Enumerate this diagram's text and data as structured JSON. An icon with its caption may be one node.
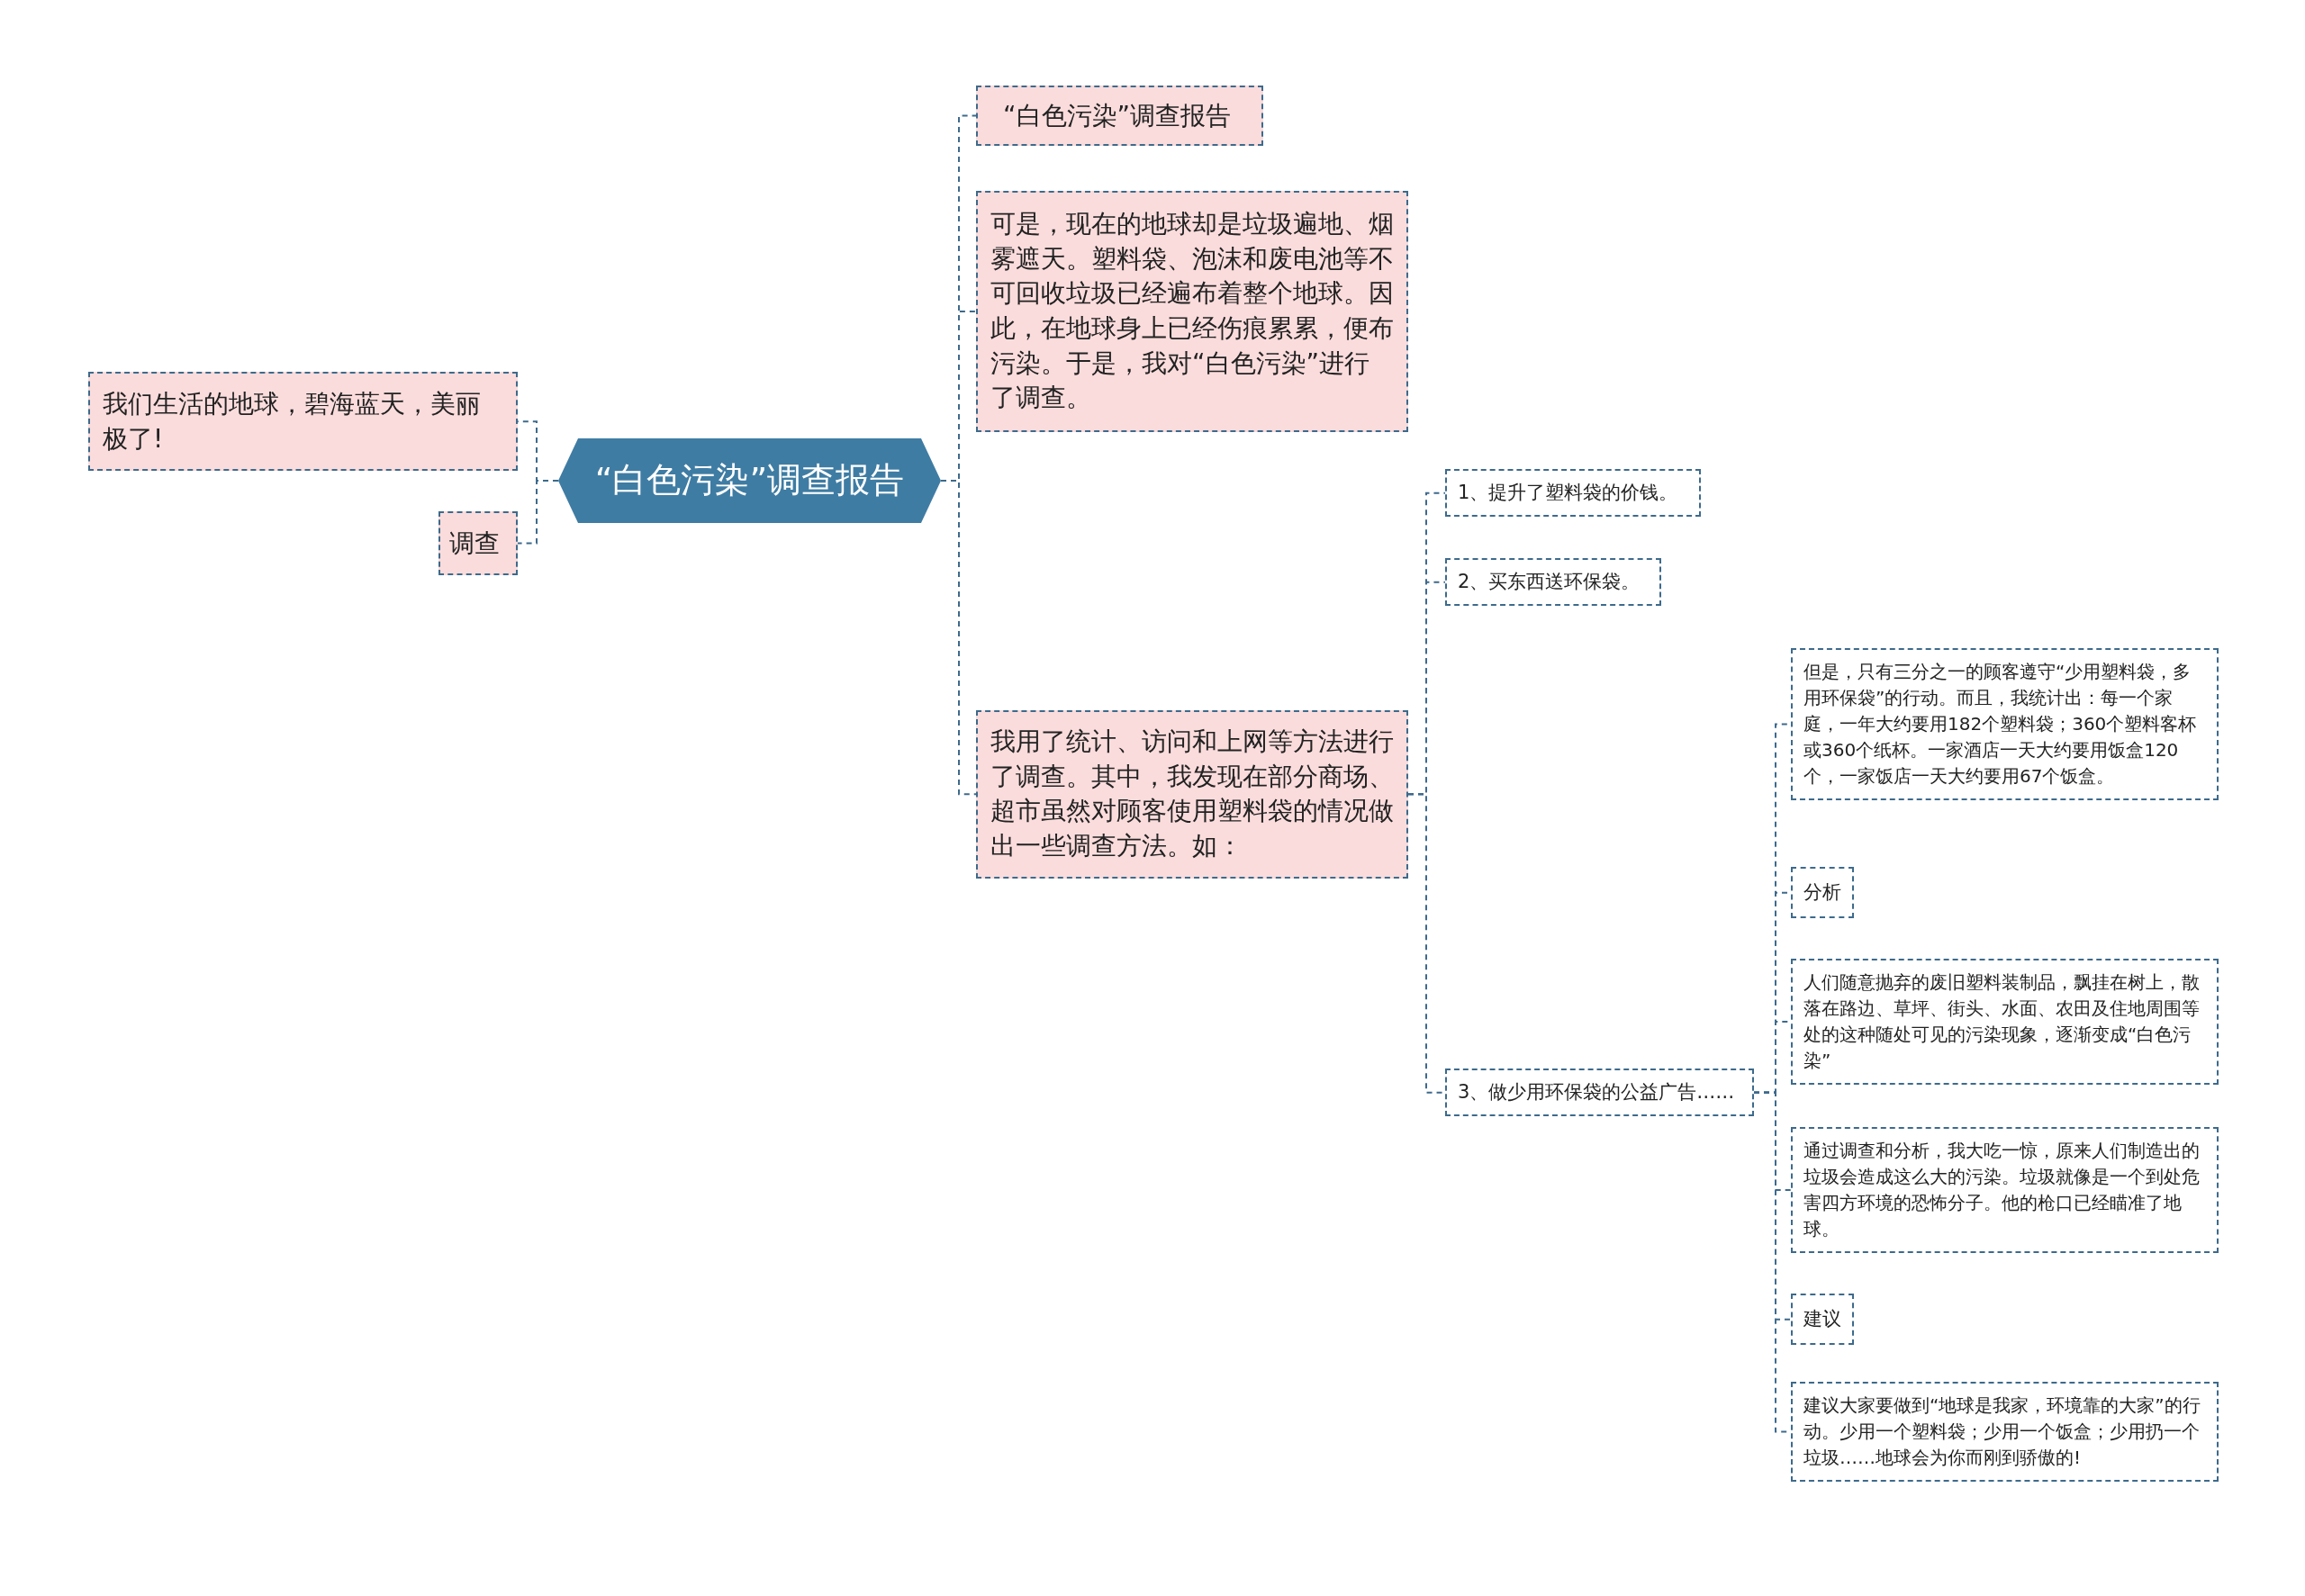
{
  "diagram": {
    "nodes": [
      {
        "text": [
          "“白色污染”调查报告"
        ]
      },
      {
        "text": [
          "我们生活的地球，碧海蓝天，美丽极了!"
        ]
      },
      {
        "text": [
          "调查"
        ]
      },
      {
        "text": [
          "“白色污染”调查报告"
        ]
      },
      {
        "text": [
          "可是，现在的地球却是垃圾遍地、烟雾遮天。塑料袋、泡沫和废电池等不可回收垃圾已经遍布着整个地球。因此，在地球身上已经伤痕累累，便布污染。于是，我对“白色污染”进行了调查。"
        ]
      },
      {
        "text": [
          "我用了统计、访问和上网等方法进行了调查。其中，我发现在部分商场、超市虽然对顾客使用塑料袋的情况做出一些调查方法。如："
        ]
      },
      {
        "text": [
          "1、提升了塑料袋的价钱。"
        ]
      },
      {
        "text": [
          "2、买东西送环保袋。"
        ]
      },
      {
        "text": [
          "3、做少用环保袋的公益广告……"
        ]
      },
      {
        "text": [
          "但是，只有三分之一的顾客遵守“少用塑料袋，多用环保袋”的行动。而且，我统计出：每一个家庭，一年大约要用182个塑料袋；360个塑料客杯或360个纸杯。一家酒店一天大约要用饭盒120个，一家饭店一天大约要用67个饭盒。"
        ]
      },
      {
        "text": [
          "分析"
        ]
      },
      {
        "text": [
          "人们随意抛弃的废旧塑料装制品，飘挂在树上，散落在路边、草坪、街头、水面、农田及住地周围等处的这种随处可见的污染现象，逐渐变成“白色污染”"
        ]
      },
      {
        "text": [
          "通过调查和分析，我大吃一惊，原来人们制造出的垃圾会造成这么大的污染。垃圾就像是一个到处危害四方环境的恐怖分子。他的枪口已经瞄准了地球。"
        ]
      },
      {
        "text": [
          "建议"
        ]
      },
      {
        "text": [
          "建议大家要做到“地球是我家，环境靠的大家”的行动。少用一个塑料袋；少用一个饭盒；少用扔一个垃圾……地球会为你而刚到骄傲的!"
        ]
      }
    ],
    "edges": [
      {
        "from": 0,
        "to": 1,
        "arrow": "none"
      },
      {
        "from": 0,
        "to": 2,
        "arrow": "none"
      },
      {
        "from": 0,
        "to": 3,
        "arrow": "none"
      },
      {
        "from": 0,
        "to": 4,
        "arrow": "none"
      },
      {
        "from": 0,
        "to": 5,
        "arrow": "none"
      },
      {
        "from": 5,
        "to": 6,
        "arrow": "none"
      },
      {
        "from": 5,
        "to": 7,
        "arrow": "none"
      },
      {
        "from": 5,
        "to": 8,
        "arrow": "none"
      },
      {
        "from": 8,
        "to": 9,
        "arrow": "none"
      },
      {
        "from": 8,
        "to": 10,
        "arrow": "none"
      },
      {
        "from": 8,
        "to": 11,
        "arrow": "none"
      },
      {
        "from": 8,
        "to": 12,
        "arrow": "none"
      },
      {
        "from": 8,
        "to": 13,
        "arrow": "none"
      },
      {
        "from": 8,
        "to": 14,
        "arrow": "none"
      }
    ]
  }
}
